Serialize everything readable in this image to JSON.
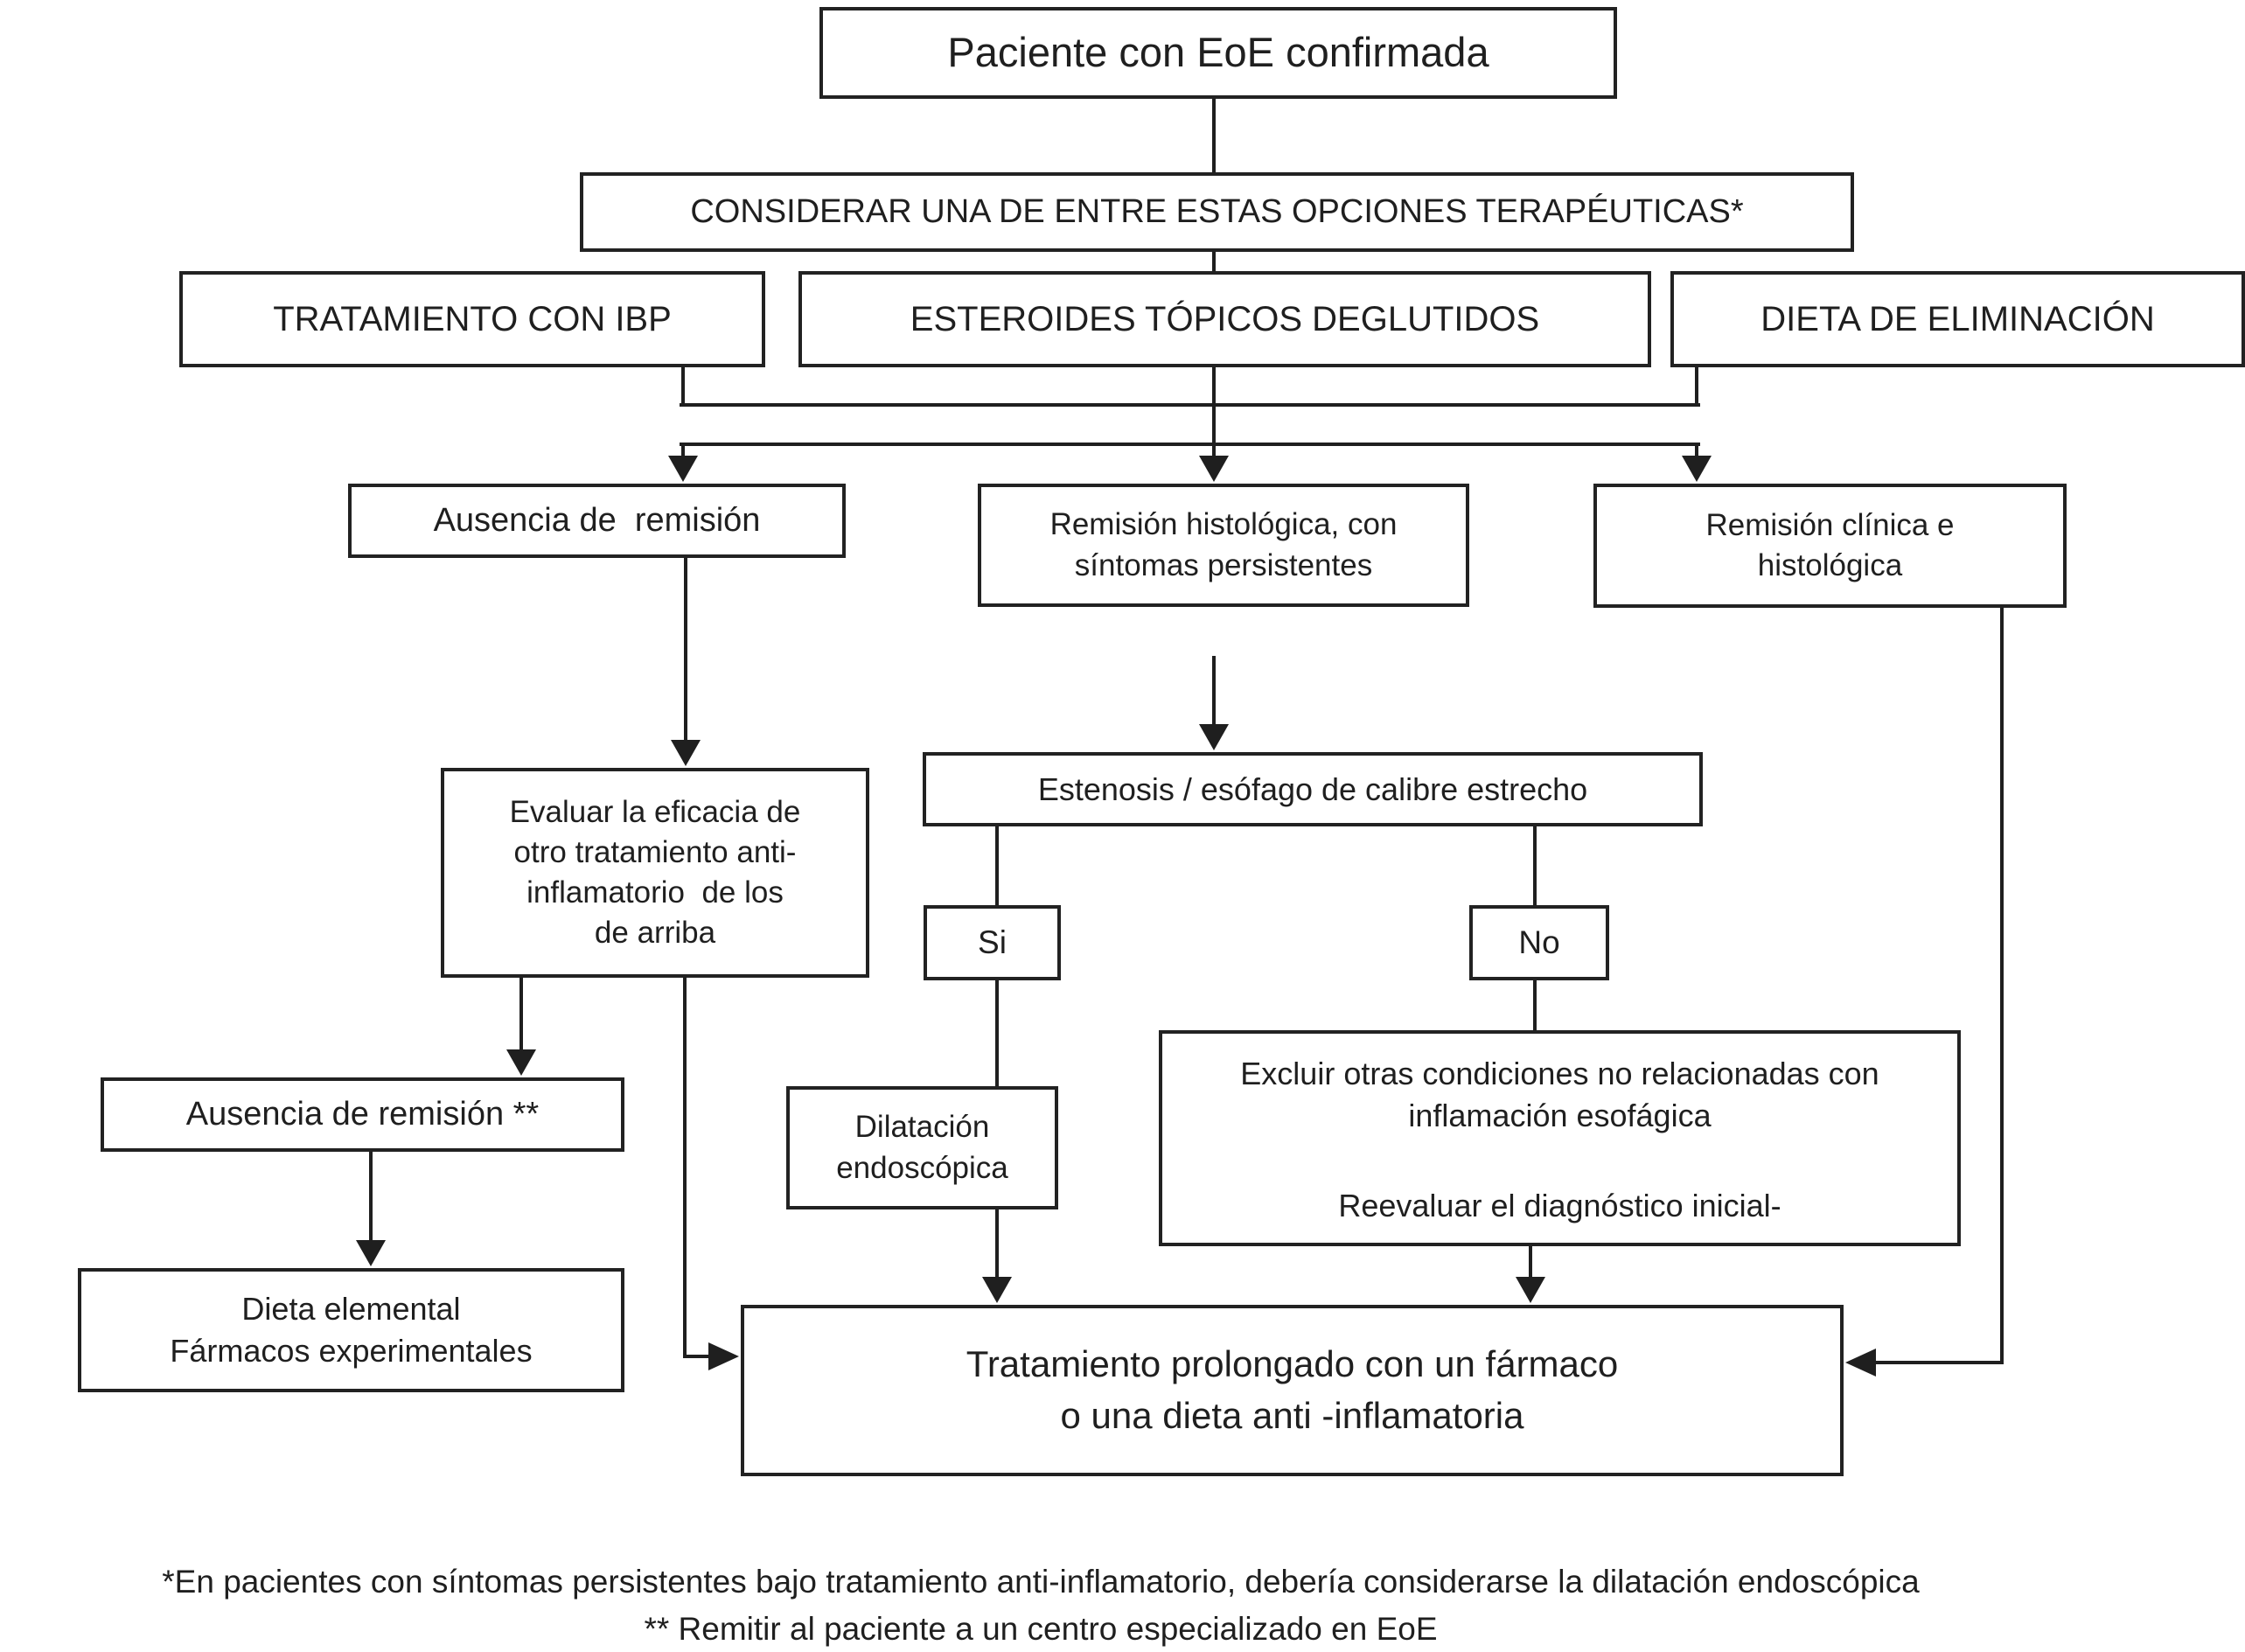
{
  "nodes": {
    "patient": {
      "label": "Paciente con EoE confirmada"
    },
    "options_header": {
      "label": "CONSIDERAR UNA DE ENTRE ESTAS OPCIONES TERAPÉUTICAS*"
    },
    "ibp": {
      "label": "TRATAMIENTO CON IBP"
    },
    "esteroides": {
      "label": "ESTEROIDES TÓPICOS DEGLUTIDOS"
    },
    "dieta_eliminacion": {
      "label": "DIETA DE ELIMINACIÓN"
    },
    "ausencia_remision": {
      "label": "Ausencia de  remisión"
    },
    "remision_histologica": {
      "lines": [
        "Remisión histológica, con",
        "síntomas persistentes"
      ]
    },
    "remision_clinica": {
      "lines": [
        "Remisión clínica e",
        "histológica"
      ]
    },
    "evaluar": {
      "lines": [
        "Evaluar la eficacia de",
        "otro tratamiento anti-",
        "inflamatorio  de los",
        "de arriba"
      ]
    },
    "estenosis": {
      "label": "Estenosis / esófago de calibre estrecho"
    },
    "si": {
      "label": "Si"
    },
    "no": {
      "label": "No"
    },
    "dilatacion": {
      "lines": [
        "Dilatación",
        "endoscópica"
      ]
    },
    "excluir": {
      "lines": [
        "Excluir otras condiciones no relacionadas con inflamación esofágica",
        "Reevaluar el diagnóstico inicial-"
      ]
    },
    "ausencia_remision_2": {
      "label": "Ausencia de remisión **"
    },
    "dieta_elemental": {
      "lines": [
        "Dieta elemental",
        "Fármacos experimentales"
      ]
    },
    "tratamiento_prolongado": {
      "lines": [
        "Tratamiento prolongado con un fármaco",
        "o una dieta anti -inflamatoria"
      ]
    }
  },
  "footnotes": {
    "line1": "*En pacientes con síntomas persistentes bajo tratamiento anti-inflamatorio, debería considerarse la dilatación endoscópica",
    "line2": "** Remitir al paciente a un centro especializado en EoE"
  },
  "colors": {
    "line": "#1f1f1f",
    "border": "#222222",
    "background": "#ffffff",
    "text": "#1f1f1f"
  }
}
